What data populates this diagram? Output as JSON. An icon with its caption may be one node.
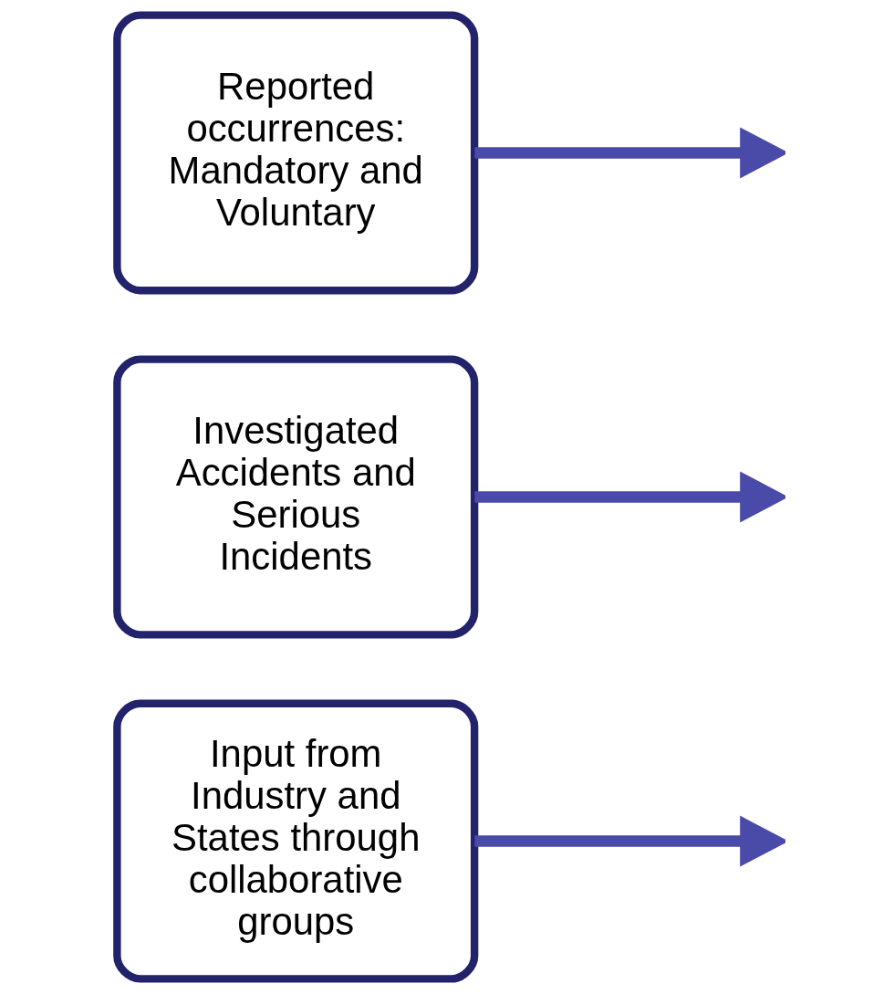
{
  "diagram": {
    "nodes": [
      {
        "text": [
          "Reported occurrences: Mandatory and Voluntary"
        ]
      },
      {
        "text": [
          "Investigated Accidents and Serious Incidents"
        ]
      },
      {
        "text": [
          "Input from Industry and States through collaborative groups"
        ]
      }
    ],
    "edges": [
      {
        "from": 0,
        "to": null,
        "arrow": "to"
      },
      {
        "from": 1,
        "to": null,
        "arrow": "to"
      },
      {
        "from": 2,
        "to": null,
        "arrow": "to"
      }
    ]
  }
}
